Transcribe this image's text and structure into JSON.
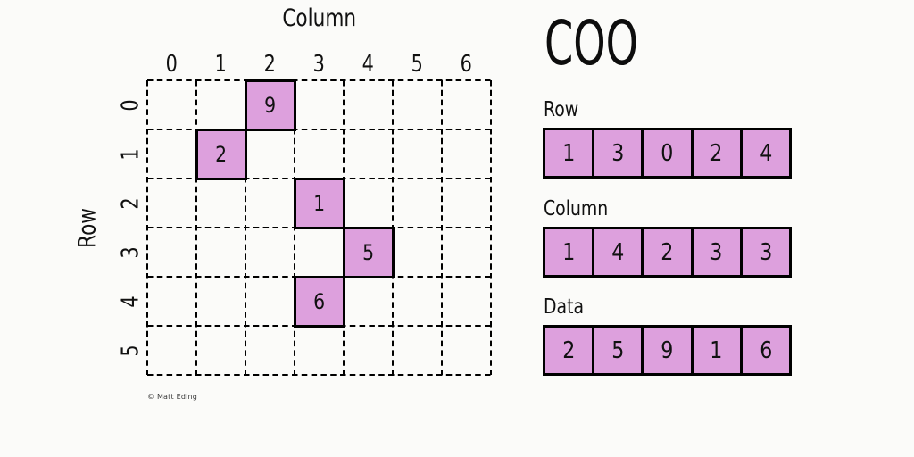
{
  "figure": {
    "column_axis_label": "Column",
    "row_axis_label": "Row",
    "column_ticks": [
      "0",
      "1",
      "2",
      "3",
      "4",
      "5",
      "6"
    ],
    "row_ticks": [
      "0",
      "1",
      "2",
      "3",
      "4",
      "5"
    ],
    "grid": {
      "rows": 6,
      "cols": 7
    },
    "cells": [
      {
        "row": 0,
        "col": 2,
        "value": "9"
      },
      {
        "row": 1,
        "col": 1,
        "value": "2"
      },
      {
        "row": 2,
        "col": 3,
        "value": "1"
      },
      {
        "row": 3,
        "col": 4,
        "value": "5"
      },
      {
        "row": 4,
        "col": 3,
        "value": "6"
      }
    ],
    "credit": "© Matt Eding"
  },
  "panel": {
    "title": "COO",
    "arrays": [
      {
        "label": "Row",
        "values": [
          "1",
          "3",
          "0",
          "2",
          "4"
        ]
      },
      {
        "label": "Column",
        "values": [
          "1",
          "4",
          "2",
          "3",
          "3"
        ]
      },
      {
        "label": "Data",
        "values": [
          "2",
          "5",
          "9",
          "1",
          "6"
        ]
      }
    ]
  },
  "colors": {
    "cell_fill": "#DDA0DD",
    "line": "#000000",
    "background": "#FBFBF9",
    "text": "#111111"
  }
}
